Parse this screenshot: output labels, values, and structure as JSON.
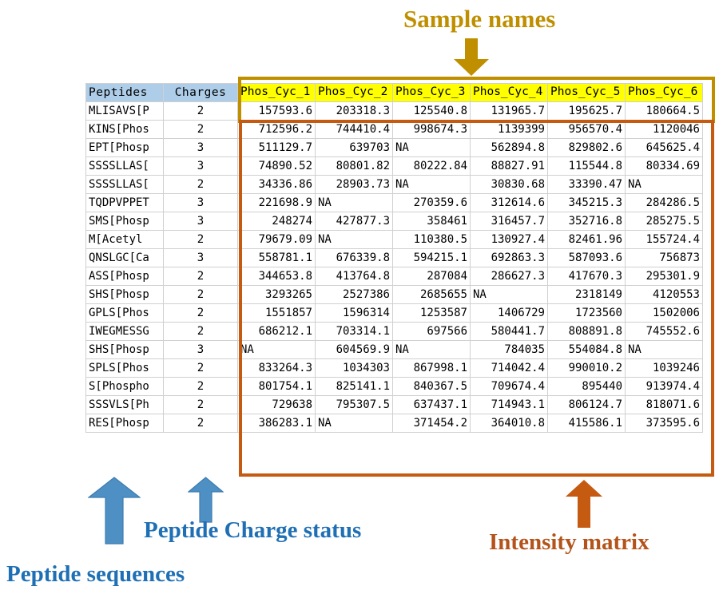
{
  "annotations": {
    "sample_names": "Sample names",
    "peptide_charge_status": "Peptide Charge status",
    "peptide_sequences": "Peptide sequences",
    "intensity_matrix": "Intensity matrix"
  },
  "colors": {
    "sample_names_accent": "#bf8f00",
    "intensity_matrix_accent": "#c55a11",
    "peptide_accent": "#1f6fb5",
    "header_key_bg": "#aecde8",
    "header_sample_bg": "#ffff00"
  },
  "table": {
    "key_headers": [
      "Peptides",
      "Charges"
    ],
    "sample_headers": [
      "Phos_Cyc_1",
      "Phos_Cyc_2",
      "Phos_Cyc_3",
      "Phos_Cyc_4",
      "Phos_Cyc_5",
      "Phos_Cyc_6"
    ],
    "rows": [
      {
        "peptide": "MLISAVS[P",
        "charge": "2",
        "values": [
          "157593.6",
          "203318.3",
          "125540.8",
          "131965.7",
          "195625.7",
          "180664.5"
        ]
      },
      {
        "peptide": "KINS[Phos",
        "charge": "2",
        "values": [
          "712596.2",
          "744410.4",
          "998674.3",
          "1139399",
          "956570.4",
          "1120046"
        ]
      },
      {
        "peptide": "EPT[Phosp",
        "charge": "3",
        "values": [
          "511129.7",
          "639703",
          "NA",
          "562894.8",
          "829802.6",
          "645625.4"
        ]
      },
      {
        "peptide": "SSSSLLAS[",
        "charge": "3",
        "values": [
          "74890.52",
          "80801.82",
          "80222.84",
          "88827.91",
          "115544.8",
          "80334.69"
        ]
      },
      {
        "peptide": "SSSSLLAS[",
        "charge": "2",
        "values": [
          "34336.86",
          "28903.73",
          "NA",
          "30830.68",
          "33390.47",
          "NA"
        ]
      },
      {
        "peptide": "TQDPVPPET",
        "charge": "3",
        "values": [
          "221698.9",
          "NA",
          "270359.6",
          "312614.6",
          "345215.3",
          "284286.5"
        ]
      },
      {
        "peptide": "SMS[Phosp",
        "charge": "3",
        "values": [
          "248274",
          "427877.3",
          "358461",
          "316457.7",
          "352716.8",
          "285275.5"
        ]
      },
      {
        "peptide": "M[Acetyl",
        "charge": "2",
        "values": [
          "79679.09",
          "NA",
          "110380.5",
          "130927.4",
          "82461.96",
          "155724.4"
        ]
      },
      {
        "peptide": "QNSLGC[Ca",
        "charge": "3",
        "values": [
          "558781.1",
          "676339.8",
          "594215.1",
          "692863.3",
          "587093.6",
          "756873"
        ]
      },
      {
        "peptide": "ASS[Phosp",
        "charge": "2",
        "values": [
          "344653.8",
          "413764.8",
          "287084",
          "286627.3",
          "417670.3",
          "295301.9"
        ]
      },
      {
        "peptide": "SHS[Phosp",
        "charge": "2",
        "values": [
          "3293265",
          "2527386",
          "2685655",
          "NA",
          "2318149",
          "4120553"
        ]
      },
      {
        "peptide": "GPLS[Phos",
        "charge": "2",
        "values": [
          "1551857",
          "1596314",
          "1253587",
          "1406729",
          "1723560",
          "1502006"
        ]
      },
      {
        "peptide": "IWEGMESSG",
        "charge": "2",
        "values": [
          "686212.1",
          "703314.1",
          "697566",
          "580441.7",
          "808891.8",
          "745552.6"
        ]
      },
      {
        "peptide": "SHS[Phosp",
        "charge": "3",
        "values": [
          "NA",
          "604569.9",
          "NA",
          "784035",
          "554084.8",
          "NA"
        ]
      },
      {
        "peptide": "SPLS[Phos",
        "charge": "2",
        "values": [
          "833264.3",
          "1034303",
          "867998.1",
          "714042.4",
          "990010.2",
          "1039246"
        ]
      },
      {
        "peptide": "S[Phospho",
        "charge": "2",
        "values": [
          "801754.1",
          "825141.1",
          "840367.5",
          "709674.4",
          "895440",
          "913974.4"
        ]
      },
      {
        "peptide": "SSSVLS[Ph",
        "charge": "2",
        "values": [
          "729638",
          "795307.5",
          "637437.1",
          "714943.1",
          "806124.7",
          "818071.6"
        ]
      },
      {
        "peptide": "RES[Phosp",
        "charge": "2",
        "values": [
          "386283.1",
          "NA",
          "371454.2",
          "364010.8",
          "415586.1",
          "373595.6"
        ]
      }
    ]
  }
}
